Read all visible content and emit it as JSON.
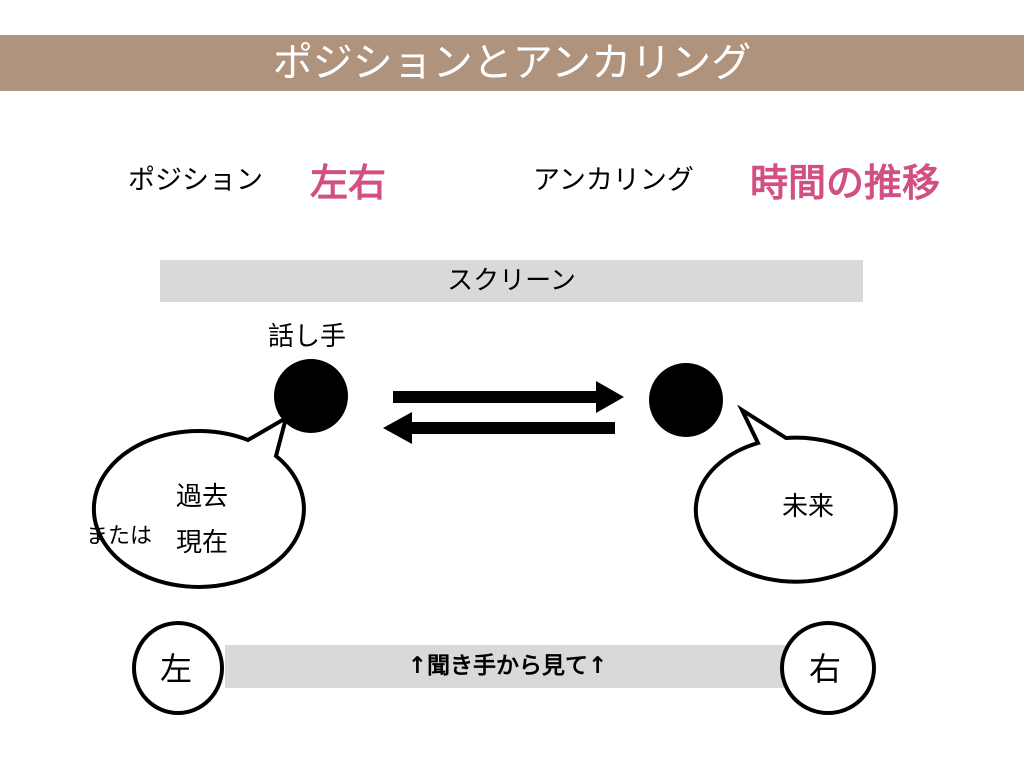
{
  "title": "ポジションとアンカリング",
  "position": {
    "label": "ポジション",
    "value": "左右"
  },
  "anchoring": {
    "label": "アンカリング",
    "value": "時間の推移"
  },
  "screen_label": "スクリーン",
  "speaker_label": "話し手",
  "left_bubble": {
    "line1": "過去",
    "line2": "現在",
    "or": "または"
  },
  "right_bubble": {
    "text": "未来"
  },
  "bottom": {
    "label": "↑聞き手から見て↑",
    "left": "左",
    "right": "右"
  },
  "colors": {
    "title_bar": "#b0937d",
    "accent": "#d14f82",
    "bar": "#d9d9d9"
  }
}
